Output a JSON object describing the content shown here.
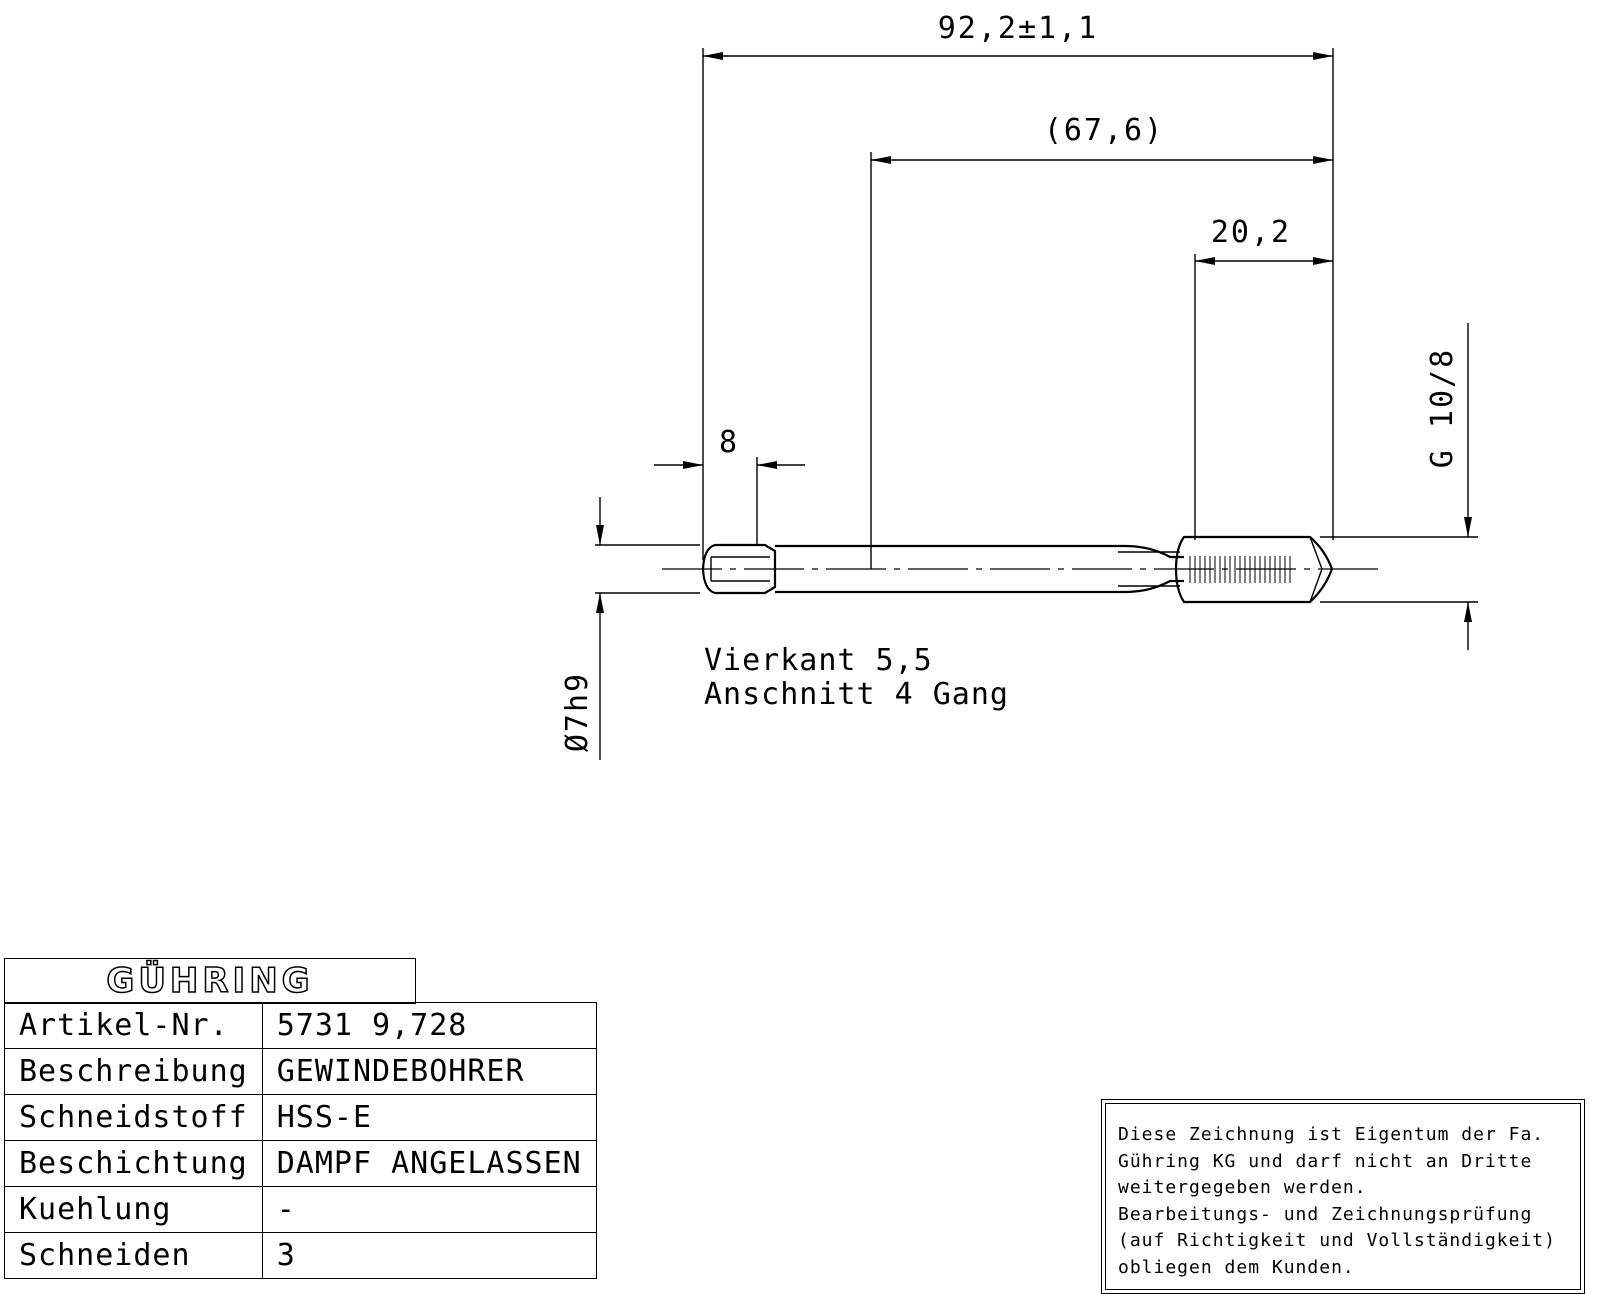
{
  "drawing": {
    "dimensions": {
      "overall_length": "92,2±1,1",
      "shank_length": "(67,6)",
      "thread_length": "20,2",
      "square_length": "8",
      "thread_size": "G  10/8",
      "shank_diameter": "Ø7h9"
    },
    "notes": [
      "Vierkant 5,5",
      "Anschnitt 4 Gang"
    ]
  },
  "title_block": {
    "logo": "GÜHRING",
    "rows": [
      {
        "label": "Artikel-Nr.",
        "value": "5731 9,728"
      },
      {
        "label": "Beschreibung",
        "value": "GEWINDEBOHRER"
      },
      {
        "label": "Schneidstoff",
        "value": "HSS-E"
      },
      {
        "label": "Beschichtung",
        "value": "DAMPF ANGELASSEN"
      },
      {
        "label": "Kuehlung",
        "value": "-"
      },
      {
        "label": "Schneiden",
        "value": "3"
      }
    ]
  },
  "notice": [
    "Diese Zeichnung ist Eigentum der Fa.",
    "Gühring KG und darf nicht an Dritte",
    "weitergegeben werden.",
    "Bearbeitungs- und Zeichnungsprüfung",
    "(auf Richtigkeit und Vollständigkeit)",
    "obliegen dem Kunden."
  ]
}
